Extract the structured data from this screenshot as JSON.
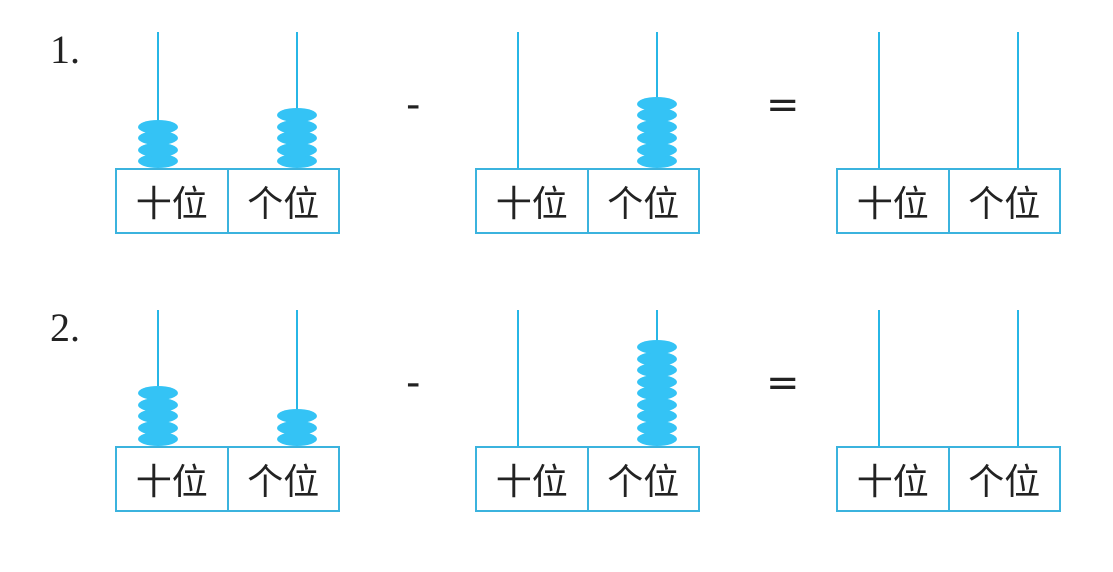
{
  "labels": {
    "tens": "十位",
    "ones": "个位"
  },
  "operators": {
    "minus": "-",
    "equals": "="
  },
  "colors": {
    "bead": "#34c3f5",
    "rod": "#27b6e6",
    "frame": "#3bb3de"
  },
  "problems": [
    {
      "number": "1.",
      "abaci": [
        {
          "tens_beads": 4,
          "ones_beads": 5
        },
        {
          "tens_beads": 0,
          "ones_beads": 6
        },
        {
          "tens_beads": 0,
          "ones_beads": 0
        }
      ]
    },
    {
      "number": "2.",
      "abaci": [
        {
          "tens_beads": 5,
          "ones_beads": 3
        },
        {
          "tens_beads": 0,
          "ones_beads": 9
        },
        {
          "tens_beads": 0,
          "ones_beads": 0
        }
      ]
    }
  ]
}
